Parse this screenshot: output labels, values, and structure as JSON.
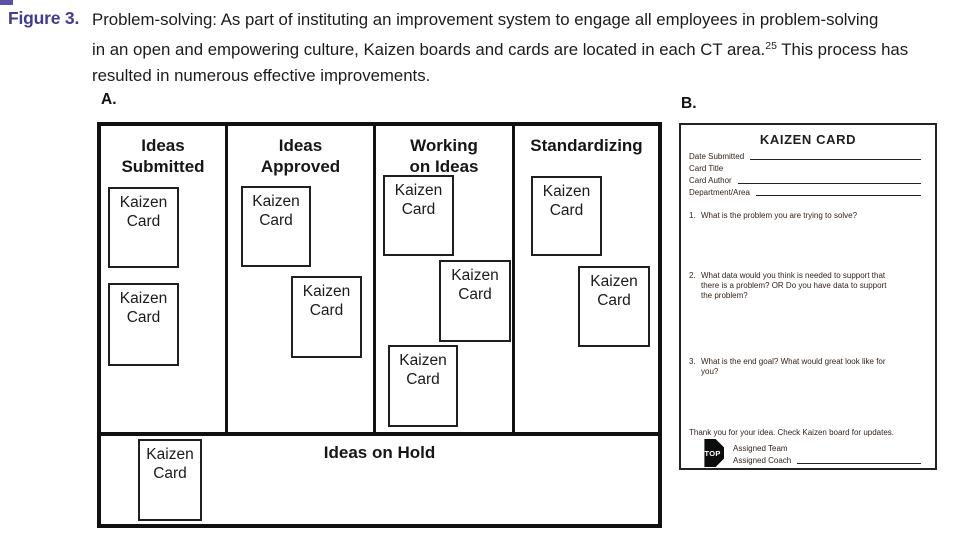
{
  "caption": {
    "label": "Figure 3.",
    "line1": "Problem-solving: As part of instituting an improvement system to engage all employees in problem-solving",
    "line2a": "in an open and empowering culture, Kaizen boards and cards are located in each CT area.",
    "sup": "25",
    "line2b": " This process has",
    "line3": "resulted in numerous effective improvements."
  },
  "panel_a": {
    "label": "A.",
    "board": {
      "columns": [
        {
          "header_line1": "Ideas",
          "header_line2": "Submitted",
          "cards": [
            "Kaizen Card",
            "Kaizen Card"
          ]
        },
        {
          "header_line1": "Ideas",
          "header_line2": "Approved",
          "cards": [
            "Kaizen Card",
            "Kaizen Card"
          ]
        },
        {
          "header_line1": "Working",
          "header_line2": "on Ideas",
          "cards": [
            "Kaizen Card",
            "Kaizen Card",
            "Kaizen Card"
          ]
        },
        {
          "header_line1": "Standardizing",
          "header_line2": "",
          "cards": [
            "Kaizen Card",
            "Kaizen Card"
          ]
        }
      ],
      "hold_row": {
        "label": "Ideas on Hold",
        "cards": [
          "Kaizen Card"
        ]
      }
    }
  },
  "panel_b": {
    "label": "B.",
    "card_form": {
      "title": "KAIZEN CARD",
      "fields": [
        {
          "label": "Date Submitted"
        },
        {
          "label": "Card Title"
        },
        {
          "label": "Card Author"
        },
        {
          "label": "Department/Area"
        }
      ],
      "questions": [
        {
          "num": "1.",
          "lines": [
            "What is the problem you are trying to solve?"
          ]
        },
        {
          "num": "2.",
          "lines": [
            "What data would you think is needed to support that",
            "there is a  problem? OR Do you have data to support",
            "the problem?"
          ]
        },
        {
          "num": "3.",
          "lines": [
            "What is the end goal? What would great look like for",
            "you?"
          ]
        }
      ],
      "footer_note": "Thank you for your idea. Check Kaizen board for updates.",
      "stop_icon_label": "STOP",
      "assigned_team_label": "Assigned Team",
      "assigned_coach_label": "Assigned Coach"
    }
  },
  "colors": {
    "accent_purple": "#423b92",
    "border_black": "#111111",
    "form_text": "#33241c"
  }
}
